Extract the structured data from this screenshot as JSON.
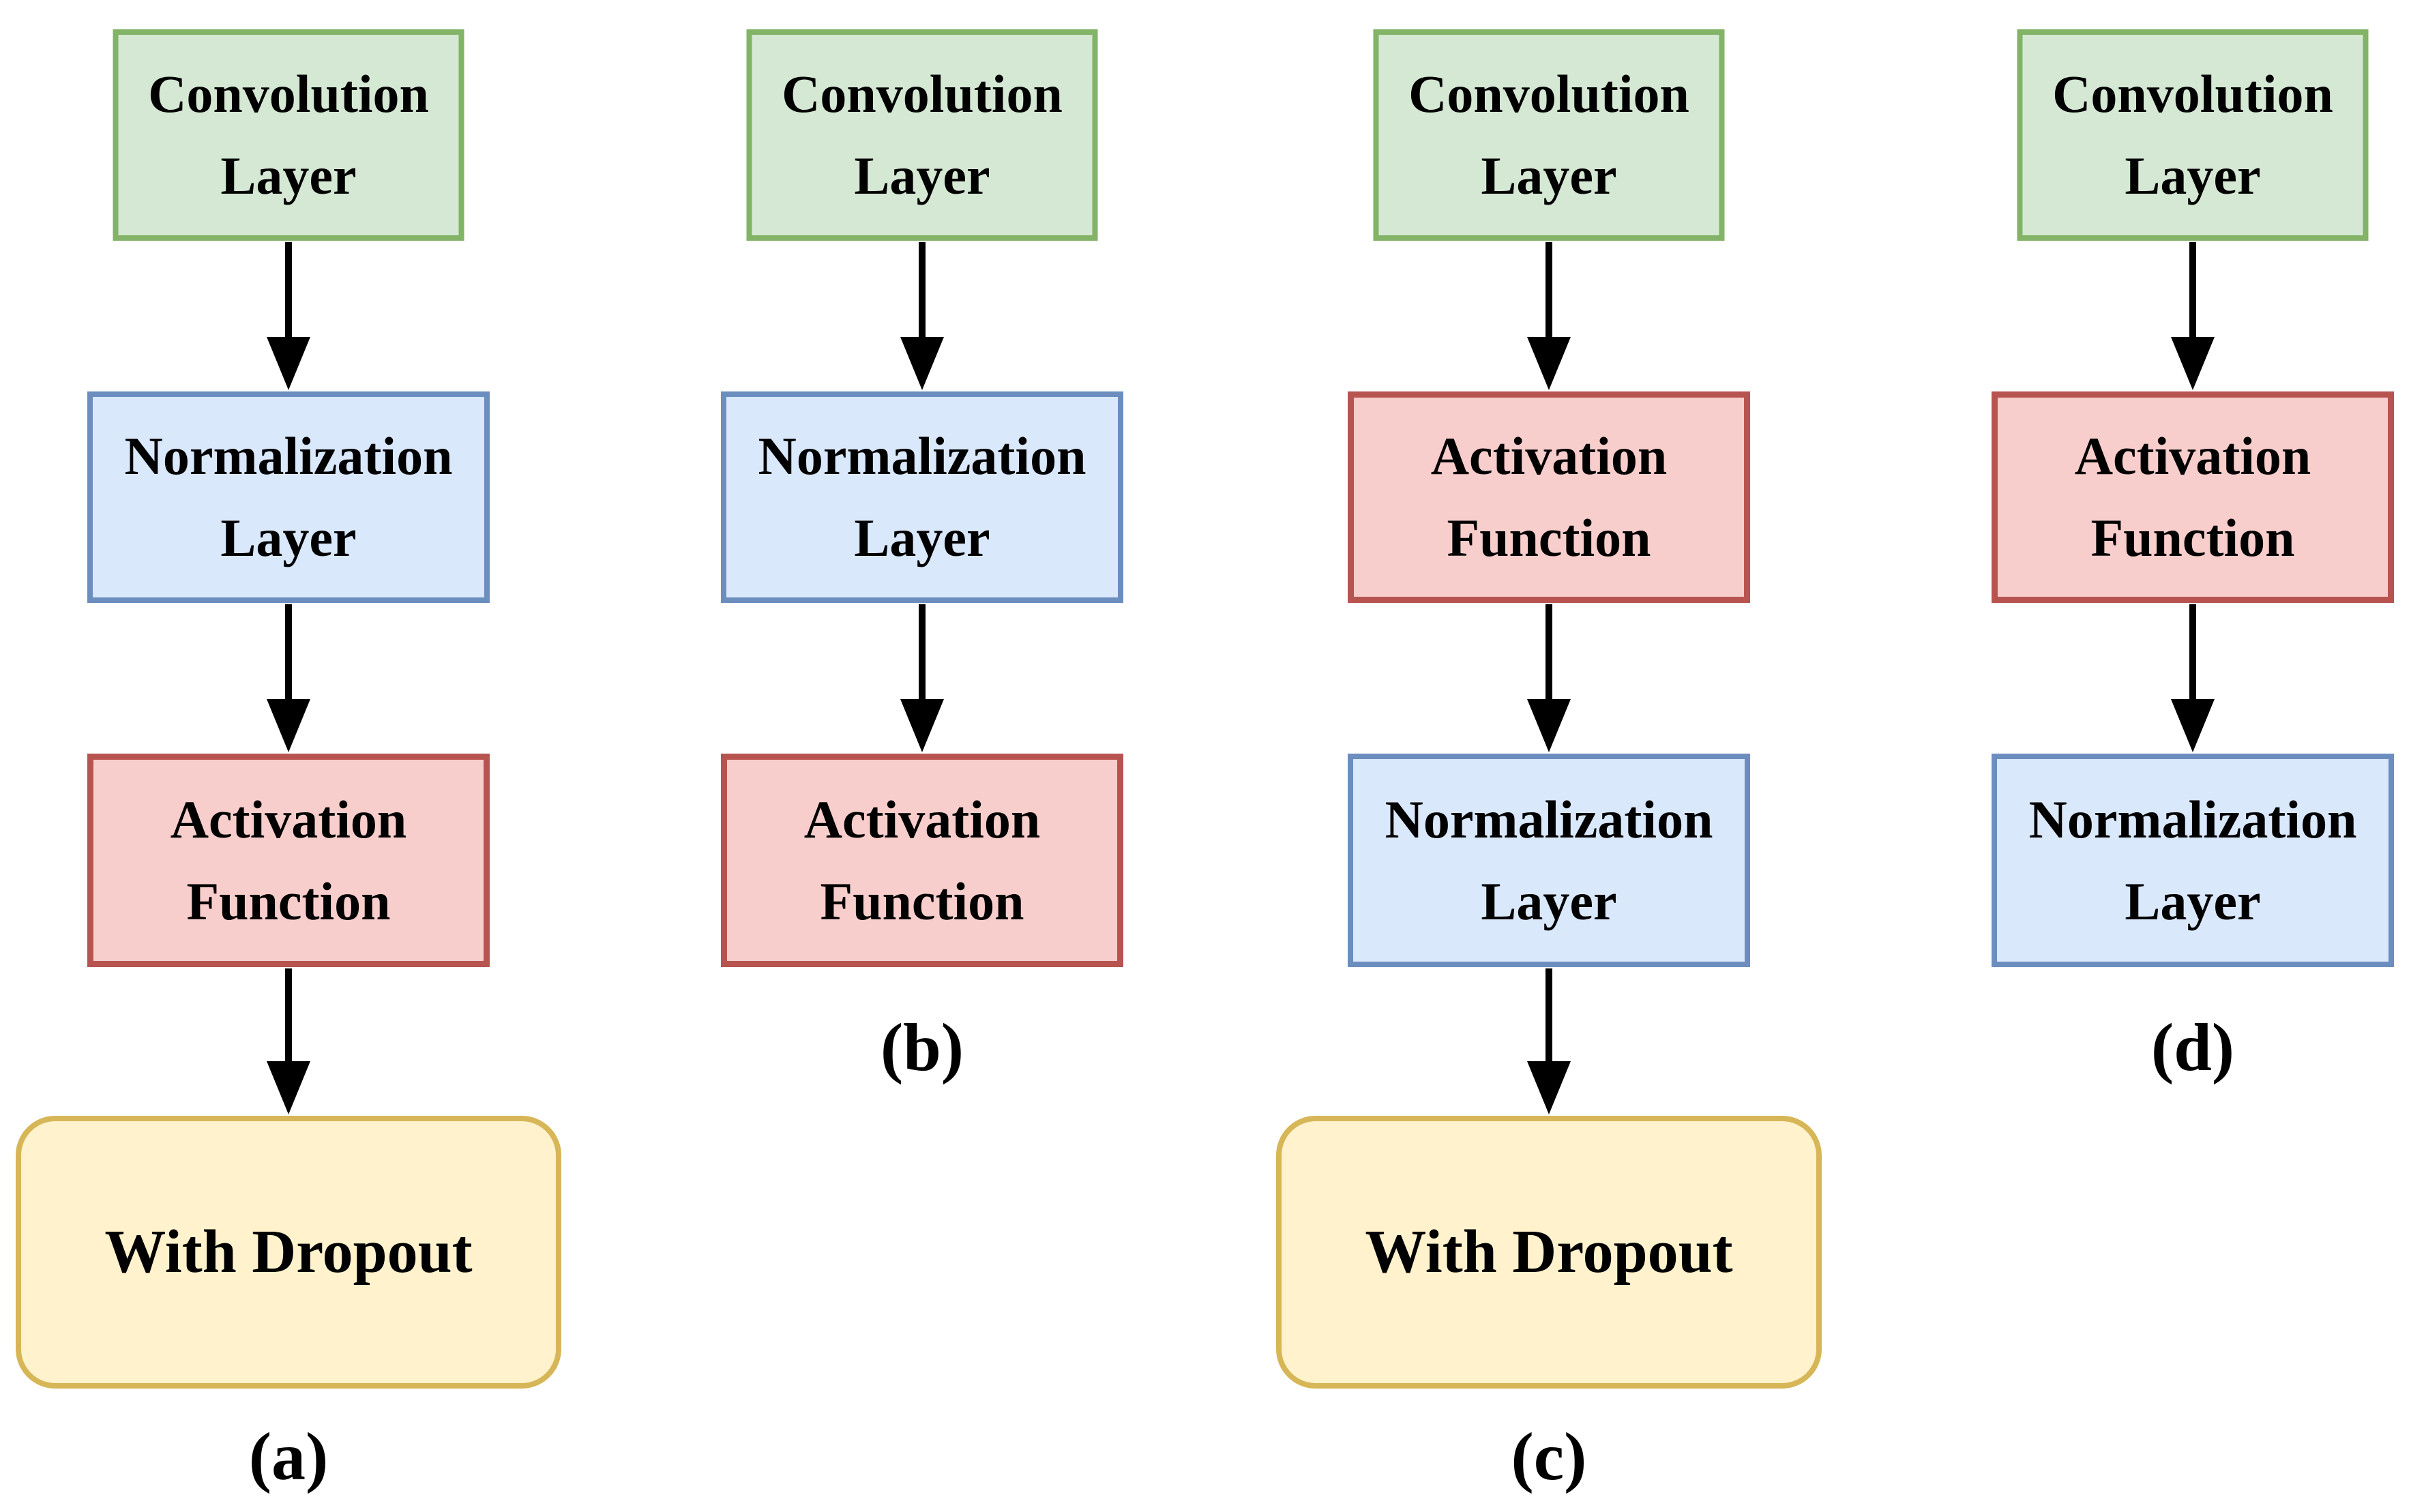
{
  "diagram_title": "",
  "colors": {
    "background": "#ffffff",
    "convolution_fill": "#d5e8d4",
    "convolution_border": "#82b366",
    "normalization_fill": "#dae8fc",
    "normalization_border": "#6c8ebf",
    "activation_fill": "#f8cecc",
    "activation_border": "#b85450",
    "dropout_fill": "#fff2cc",
    "dropout_border": "#d6b656",
    "arrow": "#000000",
    "text": "#000000"
  },
  "columns": [
    {
      "caption": "(a)",
      "blocks": [
        {
          "type": "convolution",
          "line1": "Convolution",
          "line2": "Layer"
        },
        {
          "type": "normalization",
          "line1": "Normalization",
          "line2": "Layer"
        },
        {
          "type": "activation",
          "line1": "Activation",
          "line2": "Function"
        },
        {
          "type": "dropout",
          "line1": "With Dropout",
          "line2": ""
        }
      ]
    },
    {
      "caption": "(b)",
      "blocks": [
        {
          "type": "convolution",
          "line1": "Convolution",
          "line2": "Layer"
        },
        {
          "type": "normalization",
          "line1": "Normalization",
          "line2": "Layer"
        },
        {
          "type": "activation",
          "line1": "Activation",
          "line2": "Function"
        }
      ]
    },
    {
      "caption": "(c)",
      "blocks": [
        {
          "type": "convolution",
          "line1": "Convolution",
          "line2": "Layer"
        },
        {
          "type": "activation",
          "line1": "Activation",
          "line2": "Function"
        },
        {
          "type": "normalization",
          "line1": "Normalization",
          "line2": "Layer"
        },
        {
          "type": "dropout",
          "line1": "With Dropout",
          "line2": ""
        }
      ]
    },
    {
      "caption": "(d)",
      "blocks": [
        {
          "type": "convolution",
          "line1": "Convolution",
          "line2": "Layer"
        },
        {
          "type": "activation",
          "line1": "Activation",
          "line2": "Function"
        },
        {
          "type": "normalization",
          "line1": "Normalization",
          "line2": "Layer"
        }
      ]
    }
  ]
}
